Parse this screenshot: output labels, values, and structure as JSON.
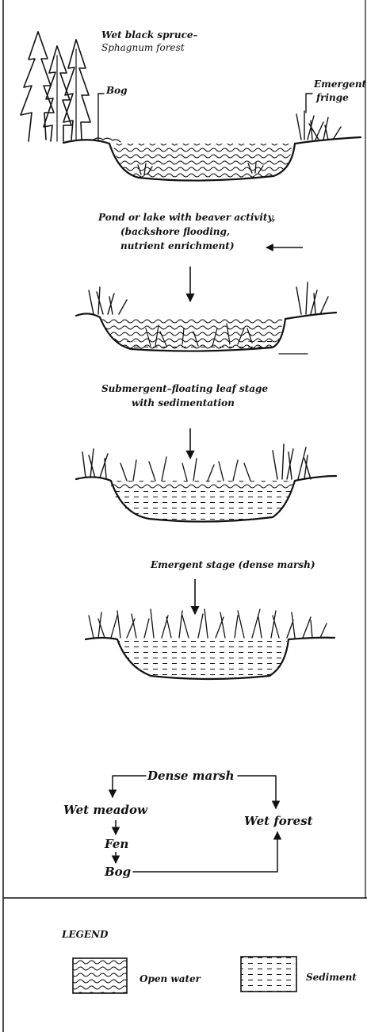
{
  "stage1": {
    "forest_label_line1": "Wet black spruce–",
    "forest_label_line2": "Sphagnum forest",
    "bog_label": "Bog",
    "fringe_label_line1": "Emergent",
    "fringe_label_line2": "fringe"
  },
  "stage2": {
    "caption_line1": "Pond or lake with beaver activity,",
    "caption_line2": "(backshore flooding,",
    "caption_line3": "nutrient enrichment)"
  },
  "stage3": {
    "caption_line1": "Submergent–floating leaf stage",
    "caption_line2": "with sedimentation"
  },
  "stage4": {
    "caption": "Emergent stage (dense marsh)"
  },
  "succession": {
    "dense_marsh": "Dense marsh",
    "wet_meadow": "Wet meadow",
    "fen": "Fen",
    "bog": "Bog",
    "wet_forest": "Wet forest"
  },
  "legend": {
    "title": "LEGEND",
    "open_water": "Open water",
    "sediment": "Sediment"
  }
}
